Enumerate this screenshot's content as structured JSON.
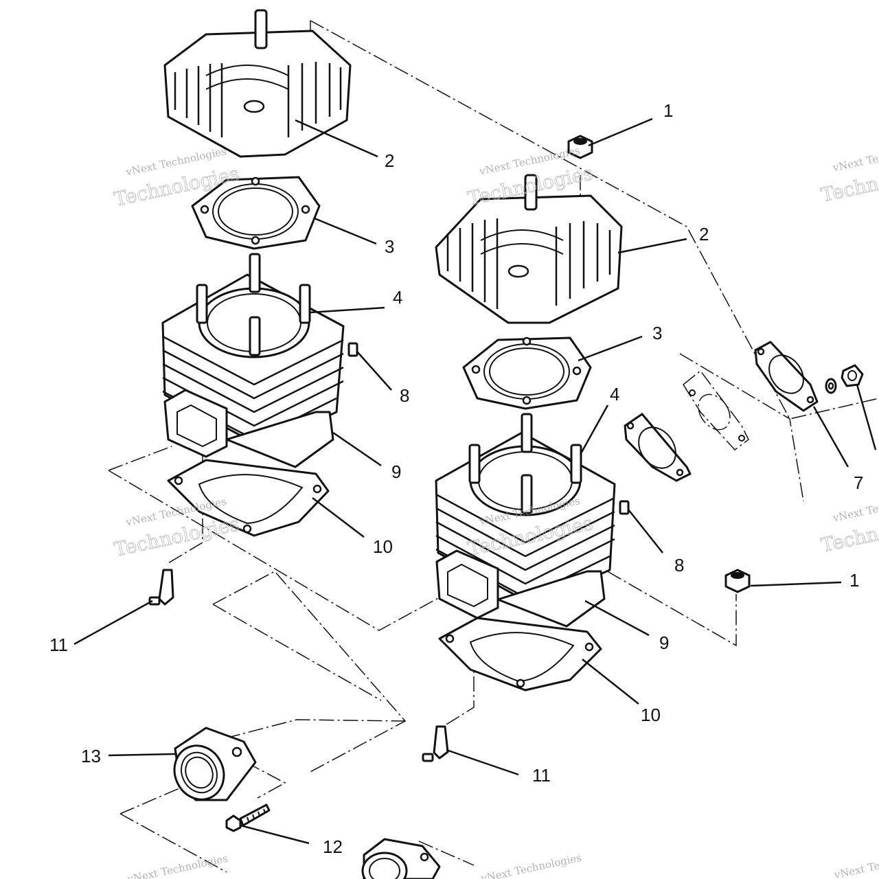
{
  "callouts": [
    {
      "id": "c1a",
      "text": "1"
    },
    {
      "id": "c2a",
      "text": "2"
    },
    {
      "id": "c2b",
      "text": "2"
    },
    {
      "id": "c3a",
      "text": "3"
    },
    {
      "id": "c3b",
      "text": "3"
    },
    {
      "id": "c4a",
      "text": "4"
    },
    {
      "id": "c4b",
      "text": "4"
    },
    {
      "id": "c8a",
      "text": "8"
    },
    {
      "id": "c7",
      "text": "7"
    },
    {
      "id": "c9a",
      "text": "9"
    },
    {
      "id": "c10a",
      "text": "10"
    },
    {
      "id": "c8b",
      "text": "8"
    },
    {
      "id": "c1b",
      "text": "1"
    },
    {
      "id": "c11a",
      "text": "11"
    },
    {
      "id": "c9b",
      "text": "9"
    },
    {
      "id": "c10b",
      "text": "10"
    },
    {
      "id": "c13",
      "text": "13"
    },
    {
      "id": "c11b",
      "text": "11"
    },
    {
      "id": "c12",
      "text": "12"
    }
  ],
  "watermark": {
    "line1": "vNext Technologies",
    "line2": "Technologies"
  }
}
